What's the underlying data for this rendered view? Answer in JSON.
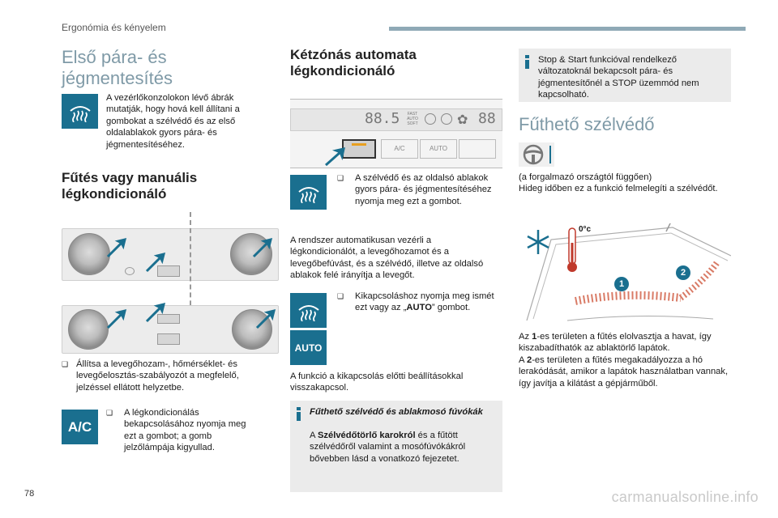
{
  "header": {
    "chapter": "Ergonómia és kényelem"
  },
  "col1": {
    "title": "Első pára- és jégmentesítés",
    "intro": "A vezérlőkonzolokon lévő ábrák mutatják, hogy hová kell állítani a gombokat a szélvédő és az első oldalablakok gyors pára- és jégmentesítéséhez.",
    "subtitle": "Fűtés vagy manuális légkondicionáló",
    "step1": "Állítsa a levegőhozam-, hőmérséklet- és levegőelosztás-szabályozót a megfelelő, jelzéssel ellátott helyzetbe.",
    "ac_icon_label": "A/C",
    "step2": "A légkondicionálás bekapcsolásához nyomja meg ezt a gombot; a gomb jelzőlámpája kigyullad."
  },
  "col2": {
    "title": "Kétzónás automata légkondicionáló",
    "panel": {
      "display_left": "88.5",
      "display_right": "88",
      "fast_soft": "FAST AUTO SOFT",
      "ac_label": "A/C",
      "auto_label": "AUTO"
    },
    "step1": "A szélvédő és az oldalsó ablakok gyors pára- és jégmentesítéséhez nyomja meg ezt a gombot.",
    "para1": "A rendszer automatikusan vezérli a légkondicionálót, a levegőhozamot és a levegőbefúvást, és a szélvédő, illetve az oldalsó ablakok felé irányítja a levegőt.",
    "step2_pre": "Kikapcsoláshoz nyomja meg ismét ezt vagy az „",
    "step2_bold": "AUTO",
    "step2_post": "” gombot.",
    "auto_icon_label": "AUTO",
    "para2": "A funkció a kikapcsolás előtti beállításokkal visszakapcsol.",
    "info_title": "Fűthető szélvédő és ablakmosó fúvókák",
    "info_pre": "A ",
    "info_bold": "Szélvédőtörlő karokról",
    "info_post": " és a fűtött szélvédőről valamint a mosófúvókákról bővebben lásd a vonatkozó fejezetet."
  },
  "col3": {
    "info": "Stop & Start funkcióval rendelkező változatoknál bekapcsolt pára- és jégmentesítőnél a STOP üzemmód nem kapcsolható.",
    "title": "Fűthető szélvédő",
    "para1": "(a forgalmazó országtól függően)\nHideg időben ez a funkció felmelegíti a szélvédőt.",
    "thermo_label": "0°c",
    "zone1": "1",
    "zone2": "2",
    "p2_a": "Az ",
    "p2_b": "1",
    "p2_c": "-es területen a fűtés elolvasztja a havat, így kiszabadíthatók az ablaktörlő lapátok.",
    "p2_d": "A ",
    "p2_e": "2",
    "p2_f": "-es területen a fűtés megakadályozza a hó lerakódását, amikor a lapátok használatban vannak, így javítja a kilátást a gépjárműből."
  },
  "footer": {
    "page_number": "78",
    "watermark": "carmanualsonline.info"
  },
  "colors": {
    "accent": "#1a6f8f",
    "title_light": "#7f9aa7",
    "header_bar": "#8fa9b6",
    "panel_bg": "#ececec"
  }
}
